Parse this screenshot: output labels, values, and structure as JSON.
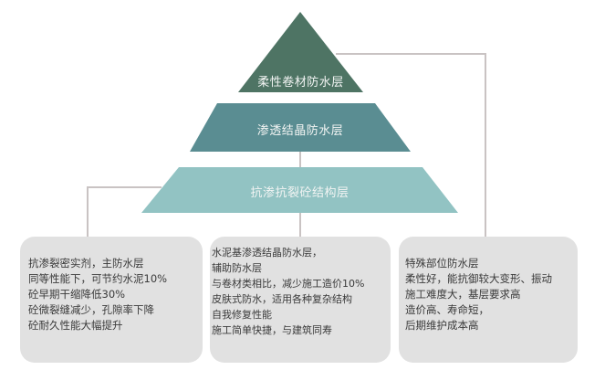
{
  "pyramid": {
    "layers": [
      {
        "label": "柔性卷材防水层",
        "color": "#4e7464"
      },
      {
        "label": "渗透结晶防水层",
        "color": "#5a8d92"
      },
      {
        "label": "抗渗抗裂砼结构层",
        "color": "#92c3c3"
      }
    ],
    "connector_color": "#c9c3c3"
  },
  "boxes": [
    {
      "lines": [
        "抗渗裂密实剂，主防水层",
        "同等性能下，可节约水泥10%",
        "砼早期干缩降低30%",
        "砼微裂缝减少，孔隙率下降",
        "砼耐久性能大幅提升"
      ]
    },
    {
      "lines": [
        "水泥基渗透结晶防水层，",
        "辅助防水层",
        "与卷材类相比，减少施工造价10%",
        "皮肤式防水，适用各种复杂结构",
        "自我修复性能",
        "施工简单快捷，与建筑同寿"
      ]
    },
    {
      "lines": [
        "特殊部位防水层",
        "柔性好，能抗御较大变形、振动",
        "施工难度大，基层要求高",
        "造价高、寿命短，",
        "后期维护成本高"
      ]
    }
  ]
}
